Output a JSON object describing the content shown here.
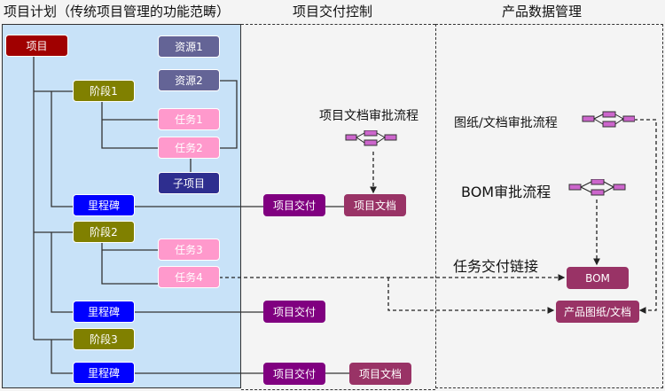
{
  "headers": {
    "plan": "项目计划（传统项目管理的功能范畴）",
    "delivery": "项目交付控制",
    "pdm": "产品数据管理"
  },
  "colors": {
    "project": "#a00000",
    "resource": "#646496",
    "phase": "#808000",
    "task": "#ff99cc",
    "subproject": "#2e2e8f",
    "milestone": "#0000ff",
    "delivery": "#800080",
    "document": "#993366",
    "plan_bg": "#c8e2f8",
    "flow_node": "#cc66cc"
  },
  "nodes": {
    "project": "项目",
    "resource1": "资源1",
    "resource2": "资源2",
    "phase1": "阶段1",
    "task1": "任务1",
    "task2": "任务2",
    "subproject": "子项目",
    "milestone1": "里程碑",
    "phase2": "阶段2",
    "task3": "任务3",
    "task4": "任务4",
    "milestone2": "里程碑",
    "phase3": "阶段3",
    "milestone3": "里程碑",
    "delivery1": "项目交付",
    "delivery2": "项目交付",
    "delivery3": "项目交付",
    "doc1": "项目文档",
    "doc3": "项目文档",
    "bom": "BOM",
    "product_doc": "产品图纸/文档"
  },
  "labels": {
    "doc_approval": "项目文档审批流程",
    "drawing_approval": "图纸/文档审批流程",
    "bom_approval": "BOM审批流程",
    "task_link": "任务交付链接"
  }
}
